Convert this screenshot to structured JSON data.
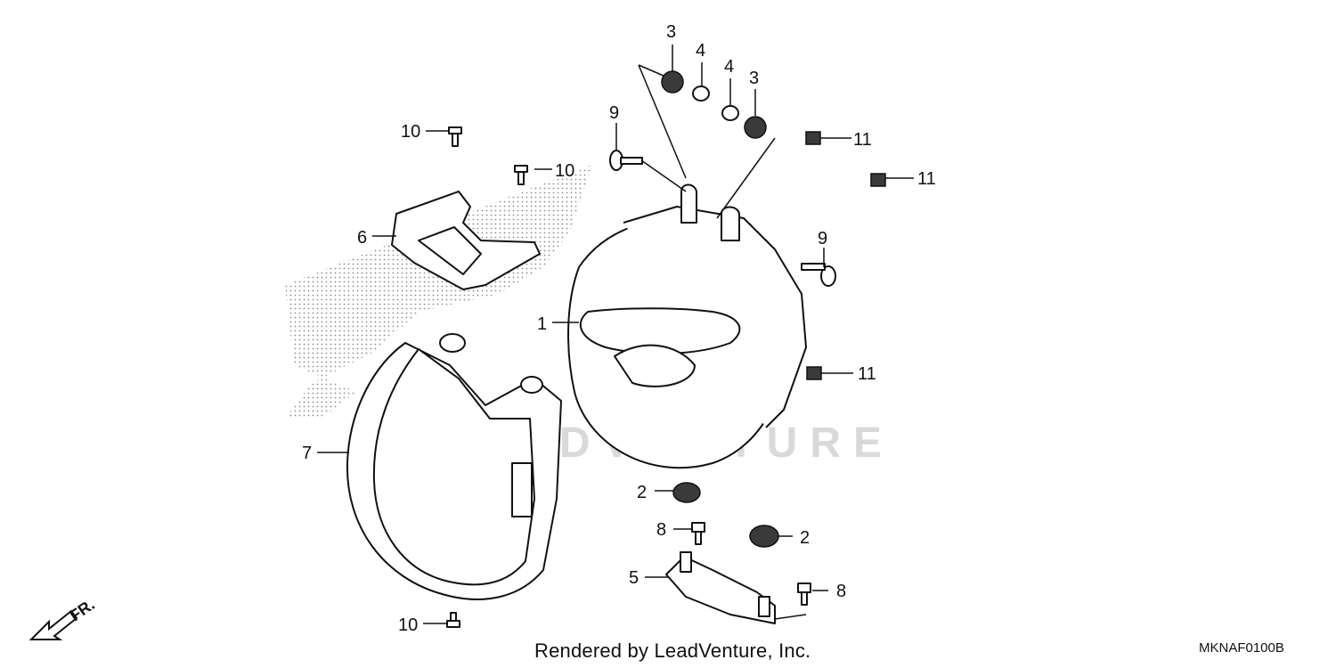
{
  "diagram": {
    "watermark": "LEADVENTURE",
    "credit": "Rendered by LeadVenture, Inc.",
    "diagram_code": "MKNAF0100B",
    "direction_label": "FR.",
    "callouts": [
      {
        "id": "c1",
        "label": "1"
      },
      {
        "id": "c2a",
        "label": "2"
      },
      {
        "id": "c2b",
        "label": "2"
      },
      {
        "id": "c3a",
        "label": "3"
      },
      {
        "id": "c3b",
        "label": "3"
      },
      {
        "id": "c4a",
        "label": "4"
      },
      {
        "id": "c4b",
        "label": "4"
      },
      {
        "id": "c5",
        "label": "5"
      },
      {
        "id": "c6",
        "label": "6"
      },
      {
        "id": "c7",
        "label": "7"
      },
      {
        "id": "c8a",
        "label": "8"
      },
      {
        "id": "c8b",
        "label": "8"
      },
      {
        "id": "c9a",
        "label": "9"
      },
      {
        "id": "c9b",
        "label": "9"
      },
      {
        "id": "c10a",
        "label": "10"
      },
      {
        "id": "c10b",
        "label": "10"
      },
      {
        "id": "c10c",
        "label": "10"
      },
      {
        "id": "c11a",
        "label": "11"
      },
      {
        "id": "c11b",
        "label": "11"
      },
      {
        "id": "c11c",
        "label": "11"
      }
    ]
  }
}
